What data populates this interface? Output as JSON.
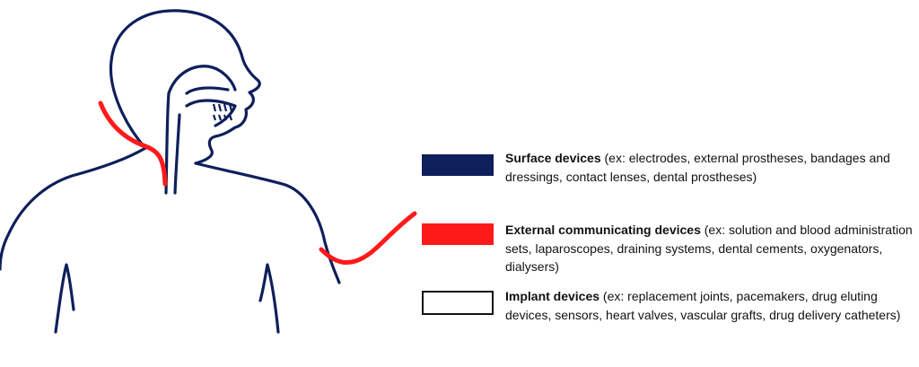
{
  "colors": {
    "body_outline": "#0e1f5b",
    "external_device": "#ff1a1a",
    "implant_border": "#111111"
  },
  "legend": [
    {
      "key": "surface",
      "title": "Surface devices",
      "description": " (ex: electrodes, external prostheses, bandages and dressings, contact lenses, dental prostheses)",
      "swatch_color": "#0e1f5b"
    },
    {
      "key": "external",
      "title": "External communicating devices",
      "description": " (ex: solution and blood administration sets, laparoscopes, draining systems, dental cements, oxygenators, dialysers)",
      "swatch_color": "#ff1a1a"
    },
    {
      "key": "implant",
      "title": "Implant devices",
      "description": " (ex: replacement joints, pacemakers, drug eluting devices, sensors, heart valves, vascular grafts, drug delivery catheters)",
      "swatch_color": "#ffffff"
    }
  ]
}
